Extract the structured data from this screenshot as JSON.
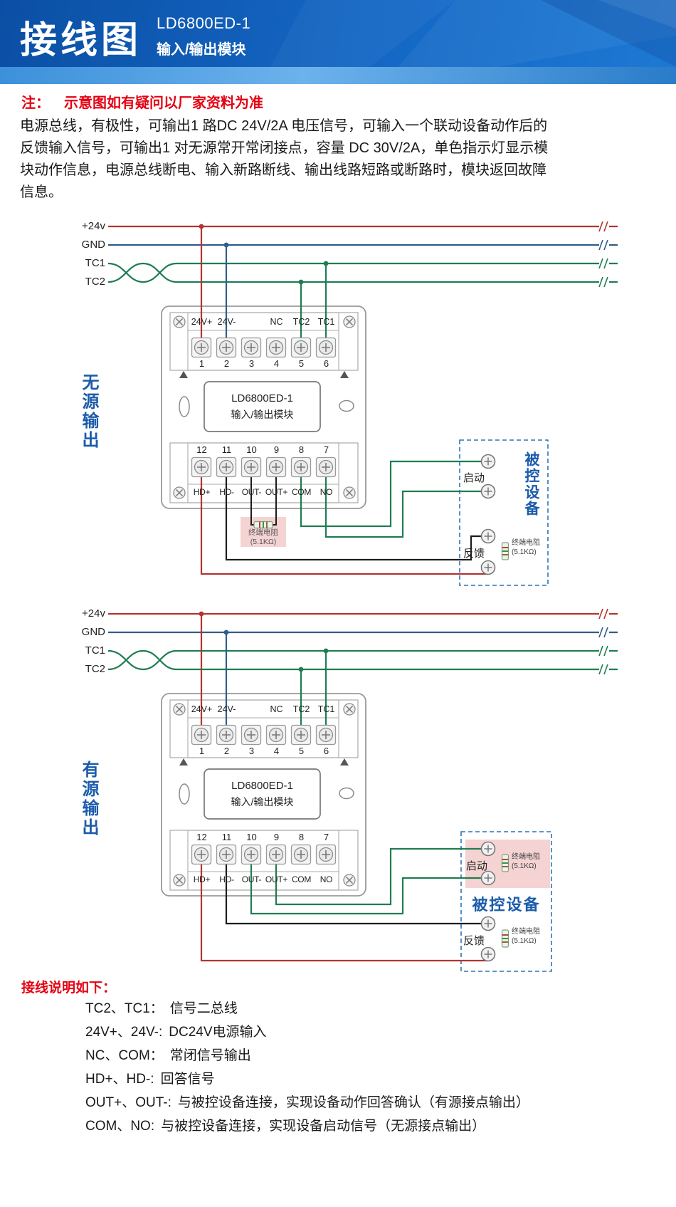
{
  "header": {
    "title": "接线图",
    "model": "LD6800ED-1",
    "subtitle": "输入/输出模块"
  },
  "note": {
    "prefix": "注：",
    "text": "示意图如有疑问以厂家资料为准"
  },
  "description_lines": [
    "电源总线，有极性，可输出1 路DC 24V/2A 电压信号，可输入一个联动设备动作后的",
    "反馈输入信号，可输出1 对无源常开常闭接点，容量 DC 30V/2A，单色指示灯显示模",
    "块动作信息，电源总线断电、输入新路断线、输出线路短路或断路时，模块返回故障",
    "信息。"
  ],
  "bus": {
    "labels": [
      "+24v",
      "GND",
      "TC1",
      "TC2"
    ]
  },
  "module": {
    "top_labels": [
      "24V+",
      "24V-",
      "",
      "NC",
      "TC2",
      "TC1"
    ],
    "top_numbers": [
      "1",
      "2",
      "3",
      "4",
      "5",
      "6"
    ],
    "name_line1": "LD6800ED-1",
    "name_line2": "输入/输出模块",
    "bottom_numbers": [
      "12",
      "11",
      "10",
      "9",
      "8",
      "7"
    ],
    "bottom_labels": [
      "HD+",
      "HD-",
      "OUT-",
      "OUT+",
      "COM",
      "NO"
    ]
  },
  "diagram1": {
    "side_label": "无源输出",
    "terminal_resistor": {
      "name": "终端电阻",
      "value": "(5.1KΩ)"
    },
    "device": {
      "label": "被控设备",
      "start": "启动",
      "feedback": "反馈",
      "feedback_resistor": {
        "name": "终端电阻",
        "value": "(5.1KΩ)"
      }
    }
  },
  "diagram2": {
    "side_label": "有源输出",
    "device": {
      "label": "被控设备",
      "start": "启动",
      "feedback": "反馈",
      "start_resistor": {
        "name": "终端电阻",
        "value": "(5.1KΩ)"
      },
      "feedback_resistor": {
        "name": "终端电阻",
        "value": "(5.1KΩ)"
      }
    }
  },
  "legend": {
    "title": "接线说明如下：",
    "items": [
      {
        "term": "TC2、TC1：",
        "desc": "信号二总线"
      },
      {
        "term": "24V+、24V-:",
        "desc": "DC24V电源输入"
      },
      {
        "term": "NC、COM：",
        "desc": "常闭信号输出"
      },
      {
        "term": "HD+、HD-:",
        "desc": "回答信号"
      },
      {
        "term": "OUT+、OUT-:",
        "desc": "与被控设备连接，实现设备动作回答确认（有源接点输出）"
      },
      {
        "term": "COM、NO:",
        "desc": "与被控设备连接，实现设备启动信号（无源接点输出）"
      }
    ]
  },
  "colors": {
    "header_blue": "#1467c4",
    "header_strip_blue": "#4a9ade",
    "accent_blue": "#1b5cab",
    "note_red": "#e60012",
    "wire_24v_red": "#b23430",
    "wire_gnd_navy": "#2e5e87",
    "wire_tc_green": "#1e7d52",
    "wire_black": "#1c1c1c",
    "resistor_box_pink": "#f5d3d3",
    "device_box_dash_blue": "#2e75b6"
  }
}
